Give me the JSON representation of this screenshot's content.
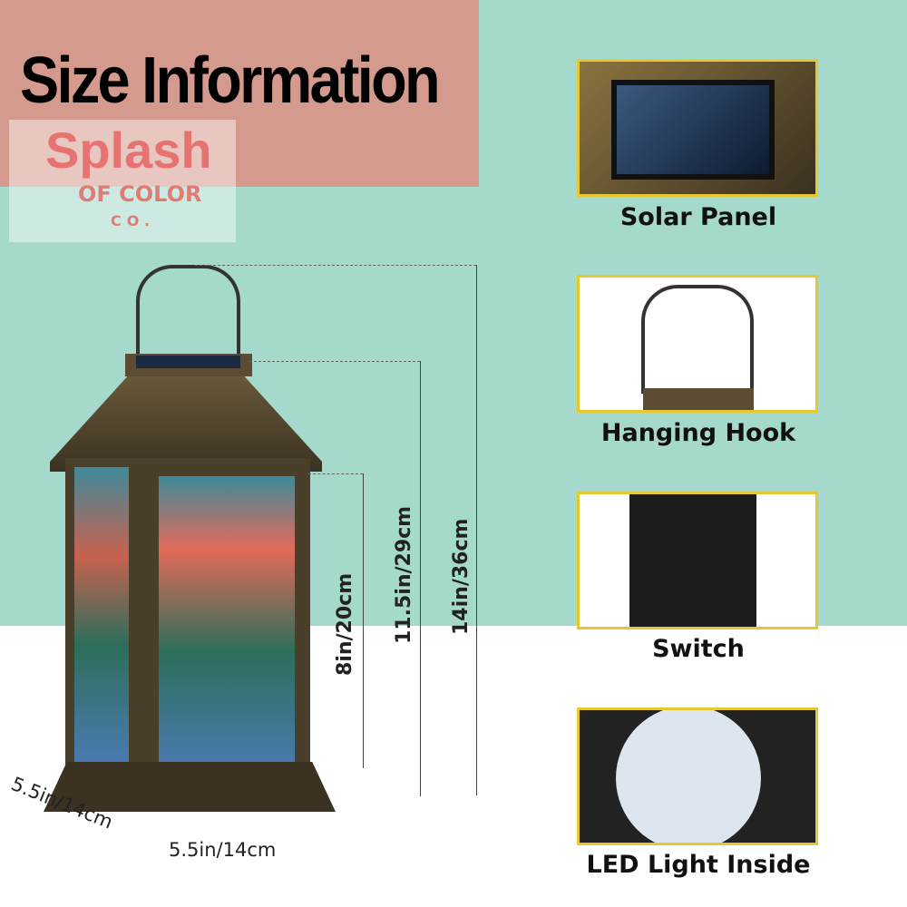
{
  "title": "Size Information",
  "watermark": {
    "line1": "Splash",
    "line2": "OF COLOR",
    "line3": "CO."
  },
  "dimensions": {
    "total_height": "14in/36cm",
    "body_height": "11.5in/29cm",
    "panel_height": "8in/20cm",
    "width": "5.5in/14cm",
    "depth": "5.5in/14cm"
  },
  "features": [
    {
      "label": "Solar Panel",
      "icon": "solar-panel"
    },
    {
      "label": "Hanging Hook",
      "icon": "hanging-hook"
    },
    {
      "label": "Switch",
      "icon": "switch"
    },
    {
      "label": "LED Light Inside",
      "icon": "led-light"
    }
  ],
  "colors": {
    "background": "#a5d9cb",
    "title_band": "#d59a8e",
    "card_border": "#e8c832"
  }
}
